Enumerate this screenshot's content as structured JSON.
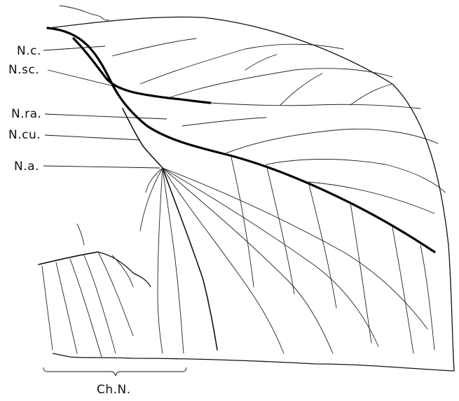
{
  "figure": {
    "labels": {
      "costa": "N.c.",
      "subcosta": "N.sc.",
      "radius": "N.ra.",
      "cubitus": "N.cu.",
      "anal": "N.a.",
      "bracket": "Ch.N."
    },
    "colors": {
      "ink": "#111111",
      "paper": "#ffffff"
    }
  }
}
